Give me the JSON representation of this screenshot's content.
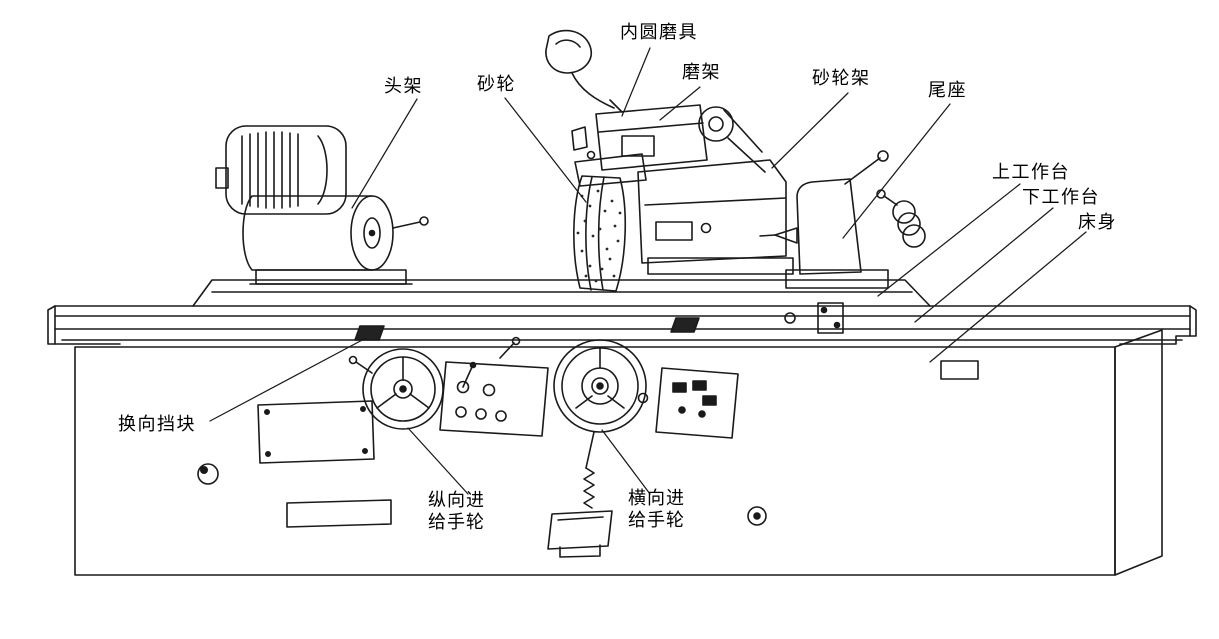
{
  "diagram": {
    "labels": {
      "headstock": "头架",
      "grinding_wheel": "砂轮",
      "internal_grinder": "内圆磨具",
      "grinding_frame": "磨架",
      "wheel_head": "砂轮架",
      "tailstock": "尾座",
      "upper_table": "上工作台",
      "lower_table": "下工作台",
      "bed": "床身",
      "reversing_dog": "换向挡块",
      "longitudinal_handwheel_line1": "纵向进",
      "longitudinal_handwheel_line2": "给手轮",
      "cross_handwheel_line1": "横向进",
      "cross_handwheel_line2": "给手轮"
    },
    "colors": {
      "line": "#1a1a1a",
      "background": "#ffffff"
    }
  }
}
